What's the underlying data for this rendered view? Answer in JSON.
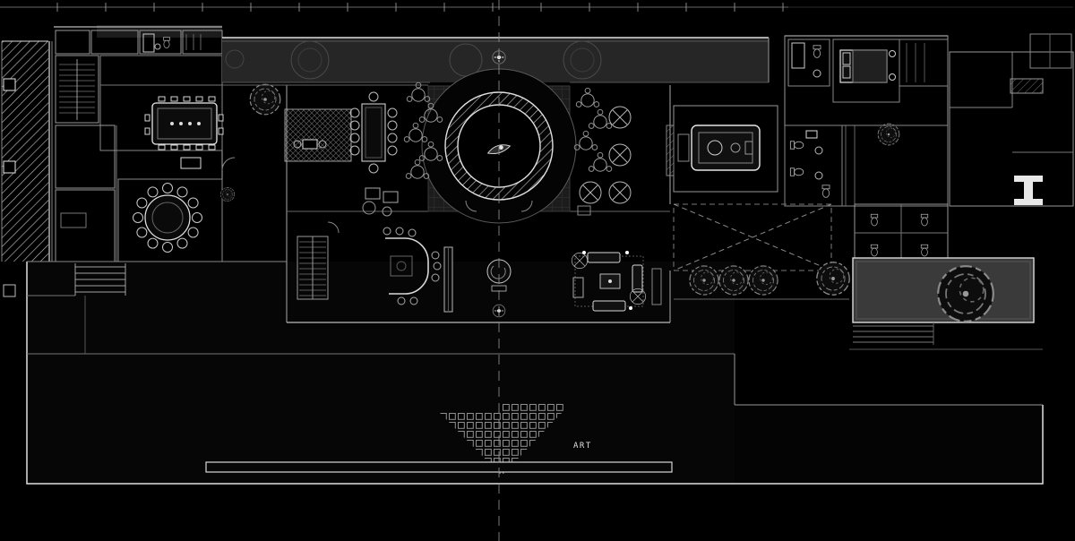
{
  "labels": {
    "art": "ART"
  },
  "colors": {
    "background": "#000000",
    "walls_bright": "#e2e2e2",
    "walls_mid": "#999999",
    "walls_faint": "#555555",
    "corridor_fill": "#262626",
    "pool_fill": "#3a3a3a",
    "vegetation": "#8a8a8a"
  },
  "symbols": {
    "tree": "scribbled-canopy-circle",
    "x_lounge_chair": "circle-with-x-cross",
    "statue": "starburst-dot",
    "toilet": "tank-and-bowl",
    "round_table": "circle-with-chair-dots"
  }
}
